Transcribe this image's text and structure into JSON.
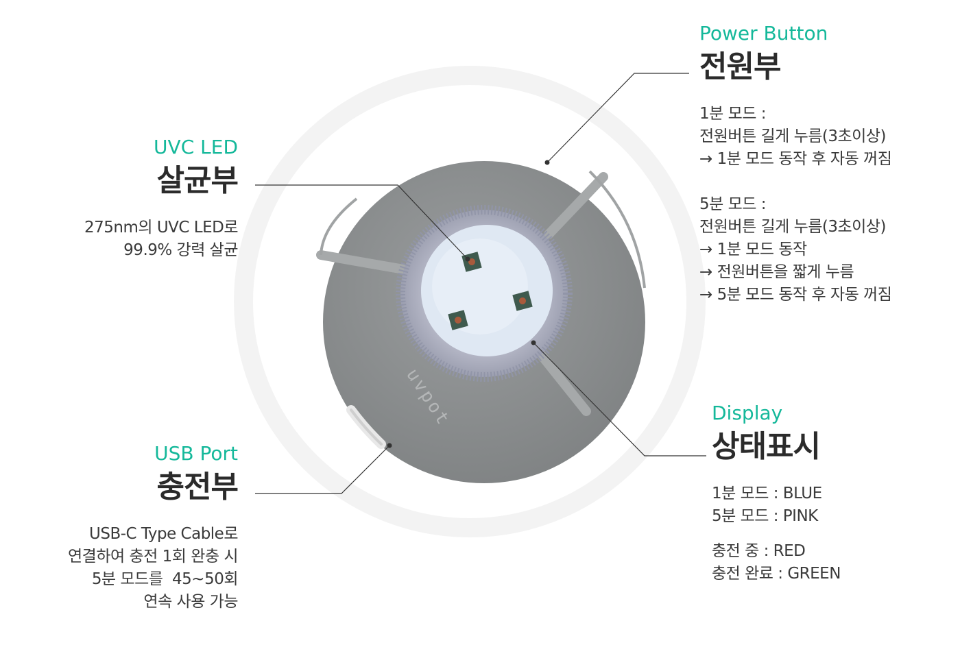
{
  "device": {
    "logo_text": "uvpot"
  },
  "colors": {
    "accent": "#14b89a",
    "heading": "#2b2b2b",
    "text": "#3a3a3a",
    "device_body": "#8c8f90",
    "leader_line": "#333333"
  },
  "callouts": {
    "uvc_led": {
      "en": "UVC LED",
      "ko": "살균부",
      "desc": [
        "275nm의 UVC LED로",
        "99.9% 강력 살균"
      ]
    },
    "usb_port": {
      "en": "USB Port",
      "ko": "충전부",
      "desc": [
        "USB-C Type Cable로",
        "연결하여 충전 1회 완충 시",
        "5분 모드를  45~50회",
        "연속 사용 가능"
      ]
    },
    "power_button": {
      "en": "Power Button",
      "ko": "전원부",
      "mode1": [
        "1분 모드 :",
        "전원버튼 길게 누름(3초이상)",
        "→ 1분 모드 동작 후 자동 꺼짐"
      ],
      "mode5": [
        "5분 모드 :",
        "전원버튼 길게 누름(3초이상)",
        "→ 1분 모드 동작",
        "→ 전원버튼을 짧게 누름",
        "→ 5분 모드 동작 후 자동 꺼짐"
      ]
    },
    "display": {
      "en": "Display",
      "ko": "상태표시",
      "modes": [
        "1분 모드 : BLUE",
        "5분 모드 : PINK"
      ],
      "charge": [
        "충전 중 : RED",
        "충전 완료 : GREEN"
      ]
    }
  }
}
